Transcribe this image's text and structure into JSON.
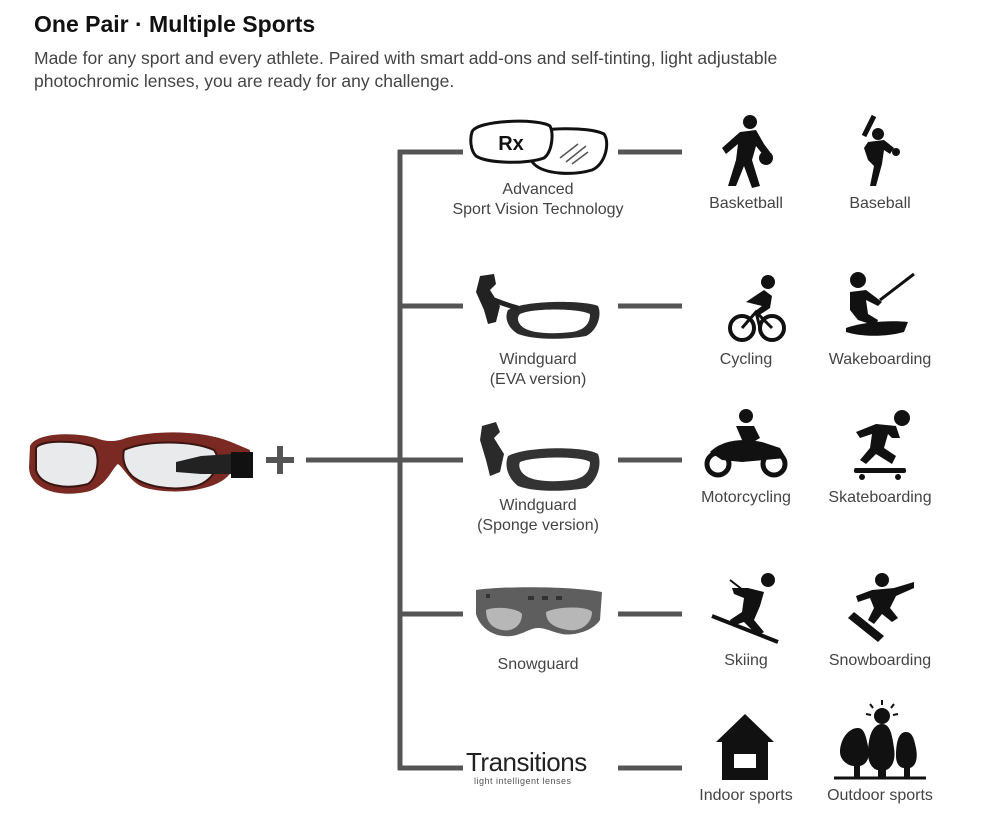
{
  "header": {
    "title": "One Pair · Multiple Sports",
    "description_line1": "Made for any sport and every athlete.  Paired with smart add-ons and self-tinting, light adjustable",
    "description_line2": "photochromic lenses, you are ready for any challenge."
  },
  "rows": [
    {
      "addon_line1": "Advanced",
      "addon_line2": "Sport Vision Technology",
      "addon_badge": "Rx",
      "sport1": "Basketball",
      "sport2": "Baseball"
    },
    {
      "addon_line1": "Windguard",
      "addon_line2": "(EVA version)",
      "sport1": "Cycling",
      "sport2": "Wakeboarding"
    },
    {
      "addon_line1": "Windguard",
      "addon_line2": "(Sponge version)",
      "sport1": "Motorcycling",
      "sport2": "Skateboarding"
    },
    {
      "addon_line1": "Snowguard",
      "sport1": "Skiing",
      "sport2": "Snowboarding"
    },
    {
      "addon_logo": "Transitions",
      "addon_logo_tagline": "light intelligent lenses",
      "sport1": "Indoor sports",
      "sport2": "Outdoor sports"
    }
  ],
  "plus_sign": "+",
  "icons": [
    "eyewear-goggles-icon",
    "rx-lens-icon",
    "windguard-eva-icon",
    "windguard-sponge-icon",
    "snowguard-icon",
    "transitions-logo",
    "basketball-icon",
    "baseball-icon",
    "cycling-icon",
    "wakeboarding-icon",
    "motorcycling-icon",
    "skateboarding-icon",
    "skiing-icon",
    "snowboarding-icon",
    "indoor-house-icon",
    "outdoor-trees-icon"
  ],
  "colors": {
    "connector": "#555555",
    "goggle_frame": "#7a2a22",
    "icon": "#111111",
    "text": "#444444"
  }
}
